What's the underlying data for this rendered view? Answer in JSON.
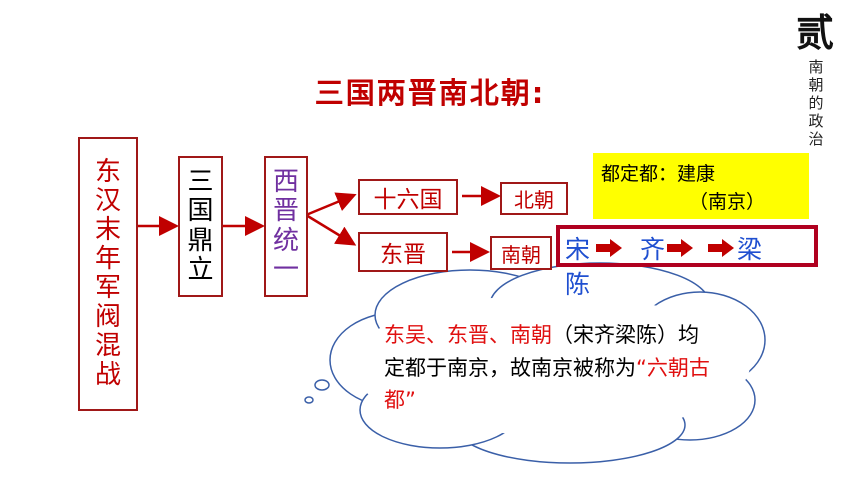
{
  "title": "三国两晋南北朝:",
  "side_badge": {
    "number": "贰",
    "label_chars": [
      "南",
      "朝",
      "的",
      "政",
      "治"
    ]
  },
  "timeline": {
    "eastern_han": [
      "东",
      "汉",
      "末",
      "年",
      "军",
      "阀",
      "混",
      "战"
    ],
    "three_kingdoms": [
      "三",
      "国",
      "鼎",
      "立"
    ],
    "western_jin": [
      "西",
      "晋",
      "统",
      "一"
    ],
    "sixteen_kingdoms": "十六国",
    "northern_dynasties": "北朝",
    "eastern_jin": "东晋",
    "southern_dynasties": "南朝"
  },
  "capital": {
    "line1": "都定都：建康",
    "line2": "（南京）"
  },
  "southern_dynasties_list": {
    "song": "宋",
    "qi": "齐",
    "liang": "梁",
    "chen": "陈"
  },
  "cloud_note": {
    "part_red1": "东吴、东晋、南朝",
    "part_black1": "（宋齐梁陈）均定都于南京，故南京被称为",
    "part_red2": "“六朝古都”"
  },
  "colors": {
    "title": "#c00000",
    "box_border": "#a01818",
    "arrow": "#c00000",
    "capital_bg": "#ffff00",
    "dynasty_text": "#1f4fd0",
    "dynasty_frame": "#b00020",
    "western_jin_text": "#7030a0",
    "note_red": "#e01010"
  }
}
